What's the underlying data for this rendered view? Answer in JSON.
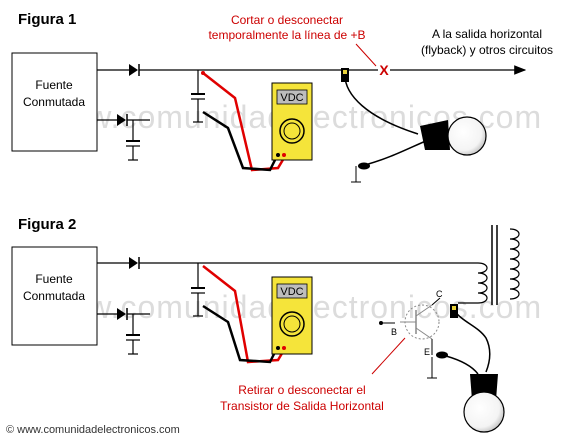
{
  "watermark": "www.comunidadelectronicos.com",
  "fig1": {
    "title": "Figura 1",
    "supply_line1": "Fuente",
    "supply_line2": "Conmutada",
    "note_line1": "Cortar o desconectar",
    "note_line2": "temporalmente la línea de +B",
    "cut_mark": "X",
    "dest_line1": "A la salida horizontal",
    "dest_line2": "(flyback) y otros circuitos",
    "meter_label": "VDC"
  },
  "fig2": {
    "title": "Figura 2",
    "supply_line1": "Fuente",
    "supply_line2": "Conmutada",
    "meter_label": "VDC",
    "pin_c": "C",
    "pin_b": "B",
    "pin_e": "E",
    "note_line1": "Retirar o desconectar el",
    "note_line2": "Transistor de Salida Horizontal"
  },
  "footer": "© www.comunidadelectronicos.com",
  "colors": {
    "meter_body": "#f5e43a",
    "lead_red": "#e00000",
    "lead_black": "#000000",
    "note_red": "#cc0000"
  }
}
